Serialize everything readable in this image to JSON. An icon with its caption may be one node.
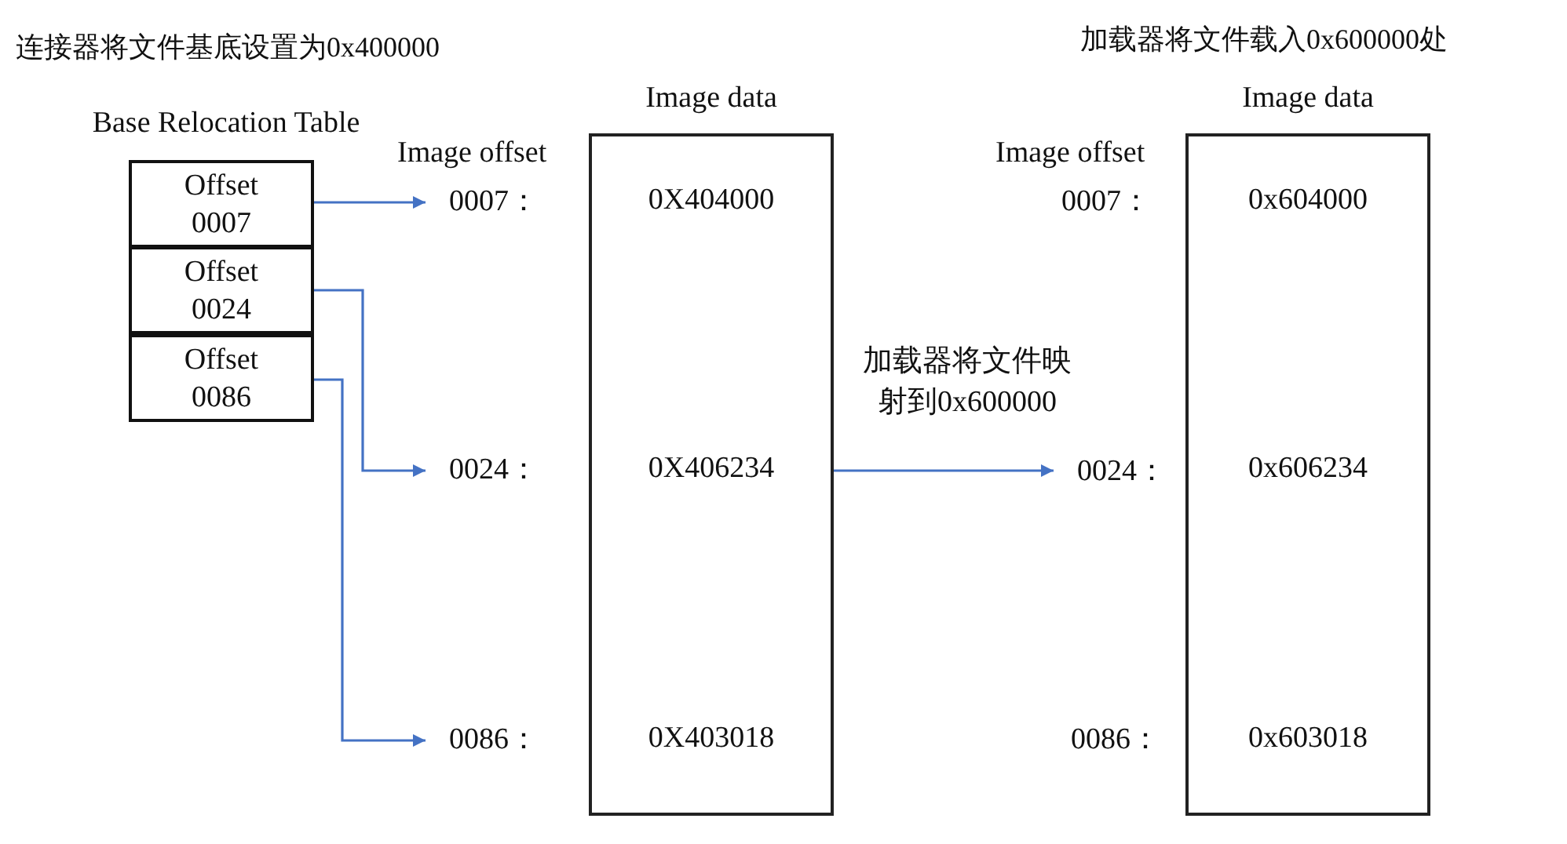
{
  "diagram": {
    "nodes": [
      {
        "text": [
          "Base Relocation Table"
        ]
      },
      {
        "text": [
          "Offset 0007"
        ],
        "in": 0
      },
      {
        "text": [
          "Offset 0024"
        ],
        "in": 0
      },
      {
        "text": [
          "Offset 0086"
        ],
        "in": 0
      },
      {
        "text": [
          "0007："
        ]
      },
      {
        "text": [
          "0024："
        ]
      },
      {
        "text": [
          "0086："
        ]
      },
      {
        "text": [
          "Image data",
          "0X404000",
          "0X406234",
          "0X403018"
        ]
      },
      {
        "text": [
          "0007："
        ]
      },
      {
        "text": [
          "0024："
        ]
      },
      {
        "text": [
          "0086："
        ]
      },
      {
        "text": [
          "Image data",
          "0x604000",
          "0x606234",
          "0x603018"
        ]
      }
    ],
    "edges": [
      {
        "from": 1,
        "to": 4,
        "arrow": "to"
      },
      {
        "from": 2,
        "to": 5,
        "arrow": "to"
      },
      {
        "from": 3,
        "to": 6,
        "arrow": "to"
      },
      {
        "from": 7,
        "to": 9,
        "arrow": "to",
        "label": "加载器将文件映射到0x600000"
      }
    ],
    "labels": [
      "连接器将文件基底设置为0x400000",
      "加载器将文件载入0x600000处",
      "Image offset",
      "Image offset"
    ]
  }
}
